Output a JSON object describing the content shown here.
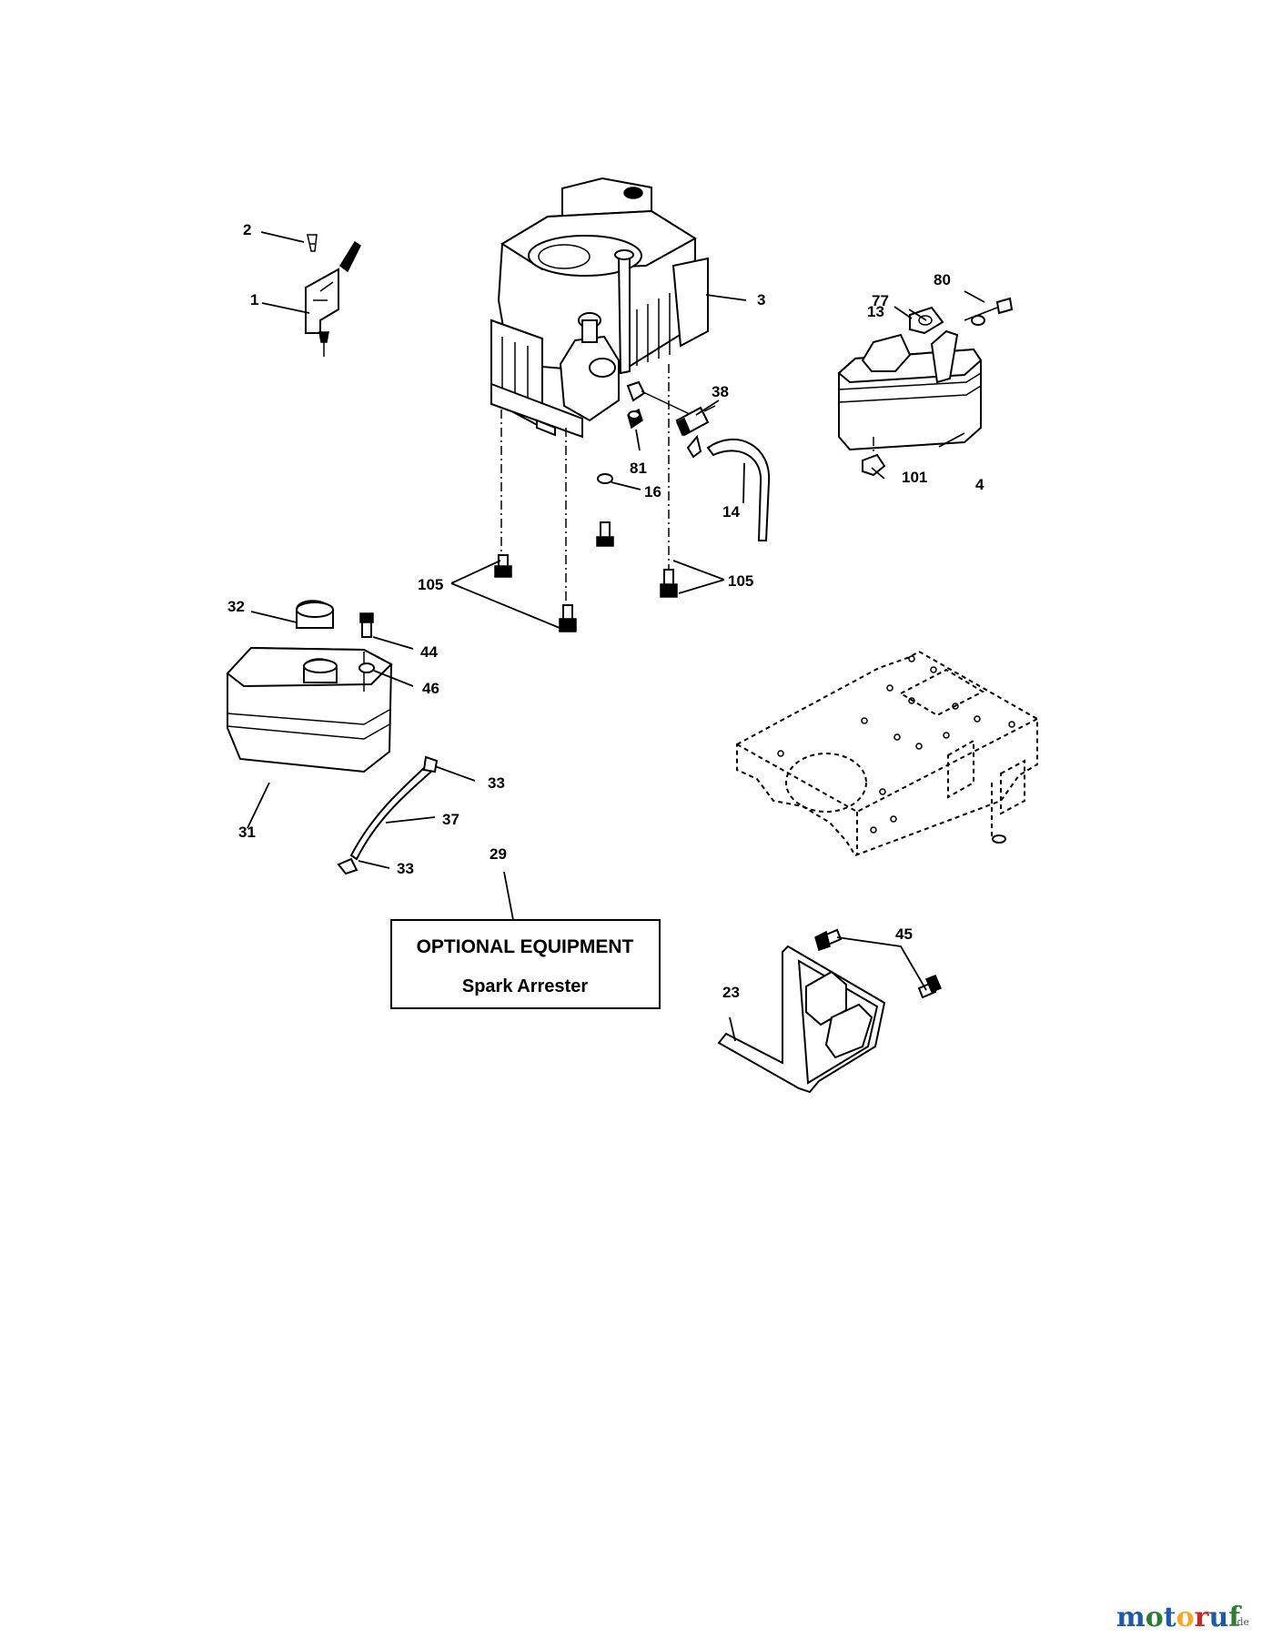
{
  "callouts": {
    "c1": "1",
    "c2": "2",
    "c3": "3",
    "c4": "4",
    "c13": "13",
    "c14": "14",
    "c16": "16",
    "c23": "23",
    "c29": "29",
    "c31": "31",
    "c32": "32",
    "c33a": "33",
    "c33b": "33",
    "c37": "37",
    "c38": "38",
    "c44": "44",
    "c45": "45",
    "c46": "46",
    "c77": "77",
    "c80": "80",
    "c81": "81",
    "c101": "101",
    "c105a": "105",
    "c105b": "105"
  },
  "optional_box": {
    "title": "OPTIONAL EQUIPMENT",
    "subtitle": "Spark Arrester"
  },
  "watermark": {
    "letters": [
      "m",
      "o",
      "t",
      "o",
      "r",
      "u",
      "f"
    ],
    "colors": [
      "#1f5aa6",
      "#2e7d32",
      "#1f5aa6",
      "#f9a825",
      "#c62828",
      "#1f5aa6",
      "#2e7d32"
    ],
    "suffix": ".de"
  }
}
